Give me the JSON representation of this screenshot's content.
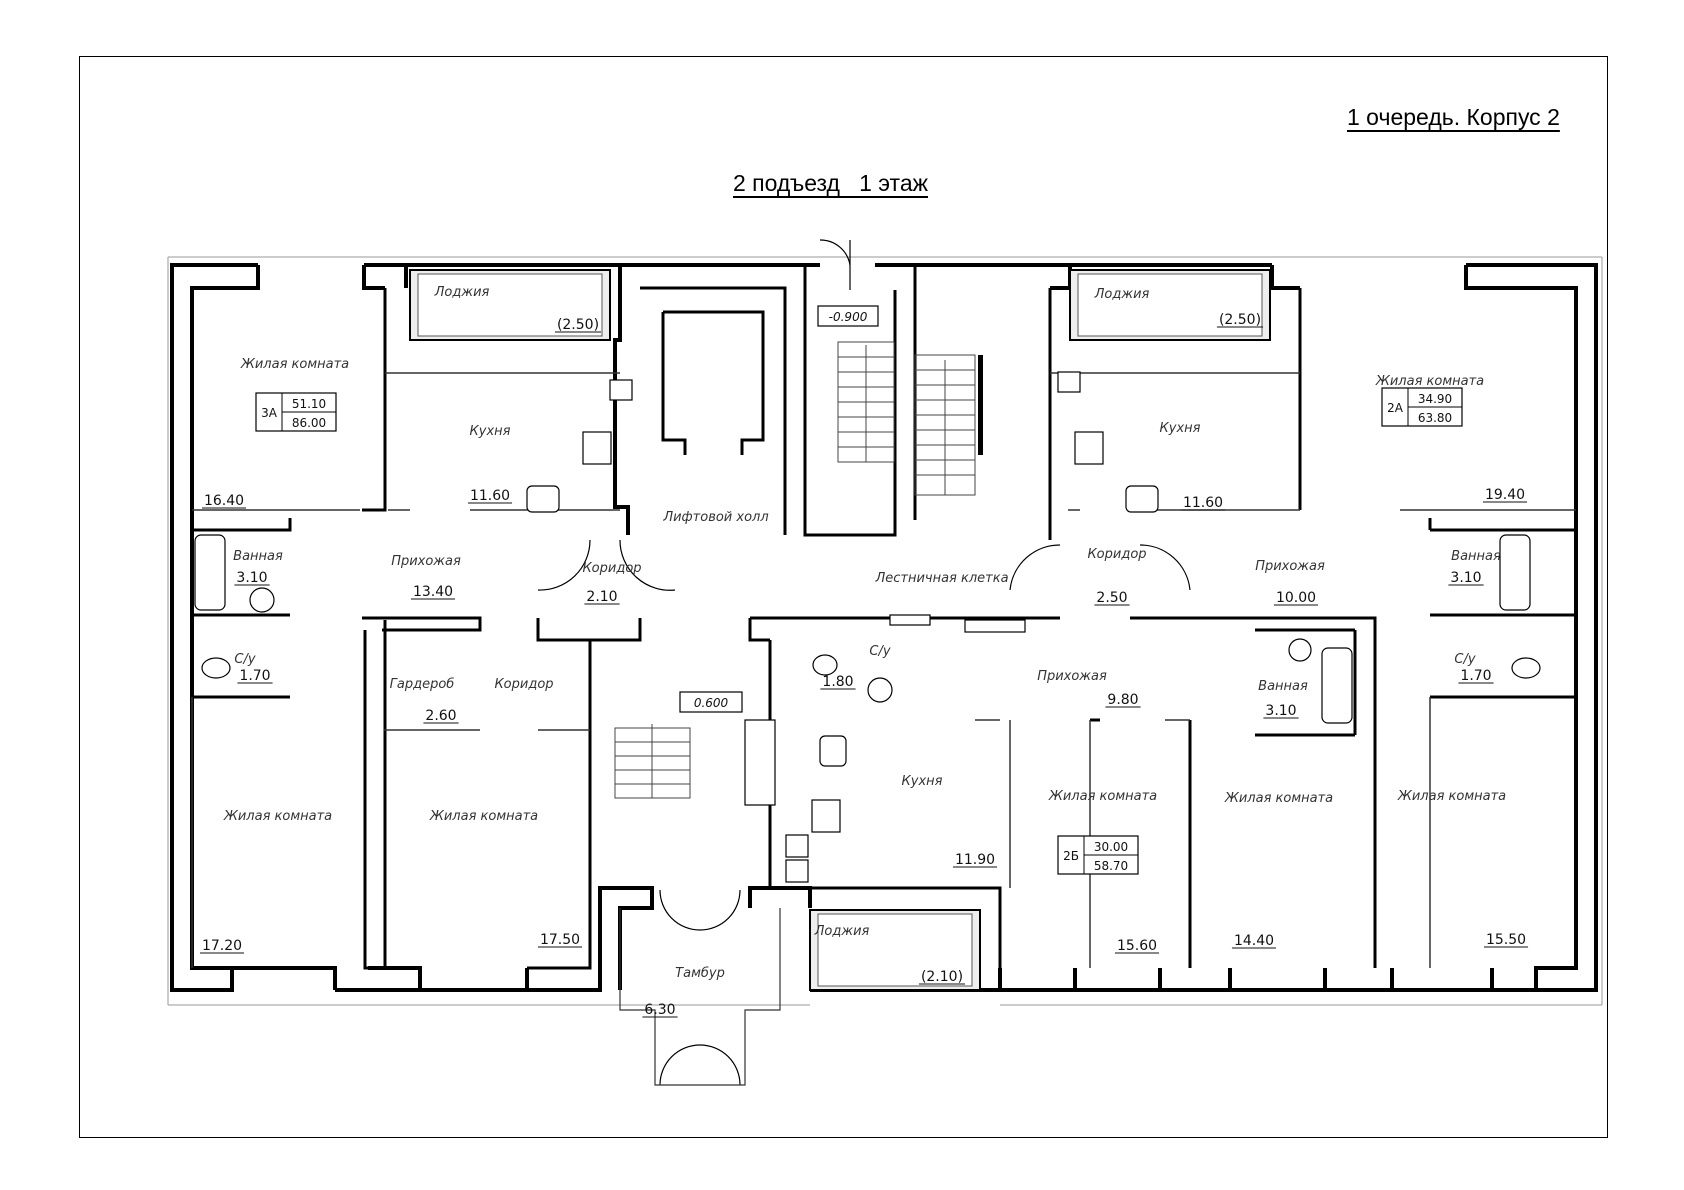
{
  "header": {
    "project_title": "1 очередь. Корпус 2",
    "floor_title": "2 подъезд   1 этаж"
  },
  "levels": {
    "minus": "-0.900",
    "plus": "0.600"
  },
  "apartments": [
    {
      "id": "apt-3a",
      "code": "3А",
      "living": "51.10",
      "total": "86.00"
    },
    {
      "id": "apt-2a",
      "code": "2А",
      "living": "34.90",
      "total": "63.80"
    },
    {
      "id": "apt-2b",
      "code": "2Б",
      "living": "30.00",
      "total": "58.70"
    }
  ],
  "rooms": [
    {
      "id": "loggia-top-left",
      "label": "Лоджия",
      "area": "(2.50)"
    },
    {
      "id": "loggia-top-right",
      "label": "Лоджия",
      "area": "(2.50)"
    },
    {
      "id": "loggia-bottom",
      "label": "Лоджия",
      "area": "(2.10)"
    },
    {
      "id": "living-top-left",
      "label": "Жилая комната",
      "area": "16.40"
    },
    {
      "id": "kitchen-left",
      "label": "Кухня",
      "area": "11.60"
    },
    {
      "id": "bath-left",
      "label": "Ванная",
      "area": "3.10"
    },
    {
      "id": "hall-left",
      "label": "Прихожая",
      "area": "13.40"
    },
    {
      "id": "corridor-small-left",
      "label": "Коридор",
      "area": "2.10"
    },
    {
      "id": "wc-left",
      "label": "С/у",
      "area": "1.70"
    },
    {
      "id": "wardrobe",
      "label": "Гардероб",
      "area": "2.60"
    },
    {
      "id": "corridor-left",
      "label": "Коридор",
      "area": ""
    },
    {
      "id": "living-bottom-left",
      "label": "Жилая комната",
      "area": "17.20"
    },
    {
      "id": "living-bottom-left2",
      "label": "Жилая комната",
      "area": "17.50"
    },
    {
      "id": "lift-hall",
      "label": "Лифтовой холл",
      "area": ""
    },
    {
      "id": "stairwell",
      "label": "Лестничная клетка",
      "area": ""
    },
    {
      "id": "vestibule",
      "label": "Тамбур",
      "area": "6.30"
    },
    {
      "id": "kitchen-right",
      "label": "Кухня",
      "area": "11.60"
    },
    {
      "id": "living-top-right",
      "label": "Жилая комната",
      "area": "19.40"
    },
    {
      "id": "corridor-right",
      "label": "Коридор",
      "area": "2.50"
    },
    {
      "id": "hall-right",
      "label": "Прихожая",
      "area": "10.00"
    },
    {
      "id": "bath-right",
      "label": "Ванная",
      "area": "3.10"
    },
    {
      "id": "wc-right",
      "label": "С/у",
      "area": "1.70"
    },
    {
      "id": "wc-2b",
      "label": "С/у",
      "area": "1.80"
    },
    {
      "id": "hall-2b",
      "label": "Прихожая",
      "area": "9.80"
    },
    {
      "id": "bath-2b",
      "label": "Ванная",
      "area": "3.10"
    },
    {
      "id": "kitchen-2b",
      "label": "Кухня",
      "area": "11.90"
    },
    {
      "id": "living-2b",
      "label": "Жилая комната",
      "area": "15.60"
    },
    {
      "id": "living-bottom-r1",
      "label": "Жилая комната",
      "area": "14.40"
    },
    {
      "id": "living-bottom-r2",
      "label": "Жилая комната",
      "area": "15.50"
    }
  ]
}
